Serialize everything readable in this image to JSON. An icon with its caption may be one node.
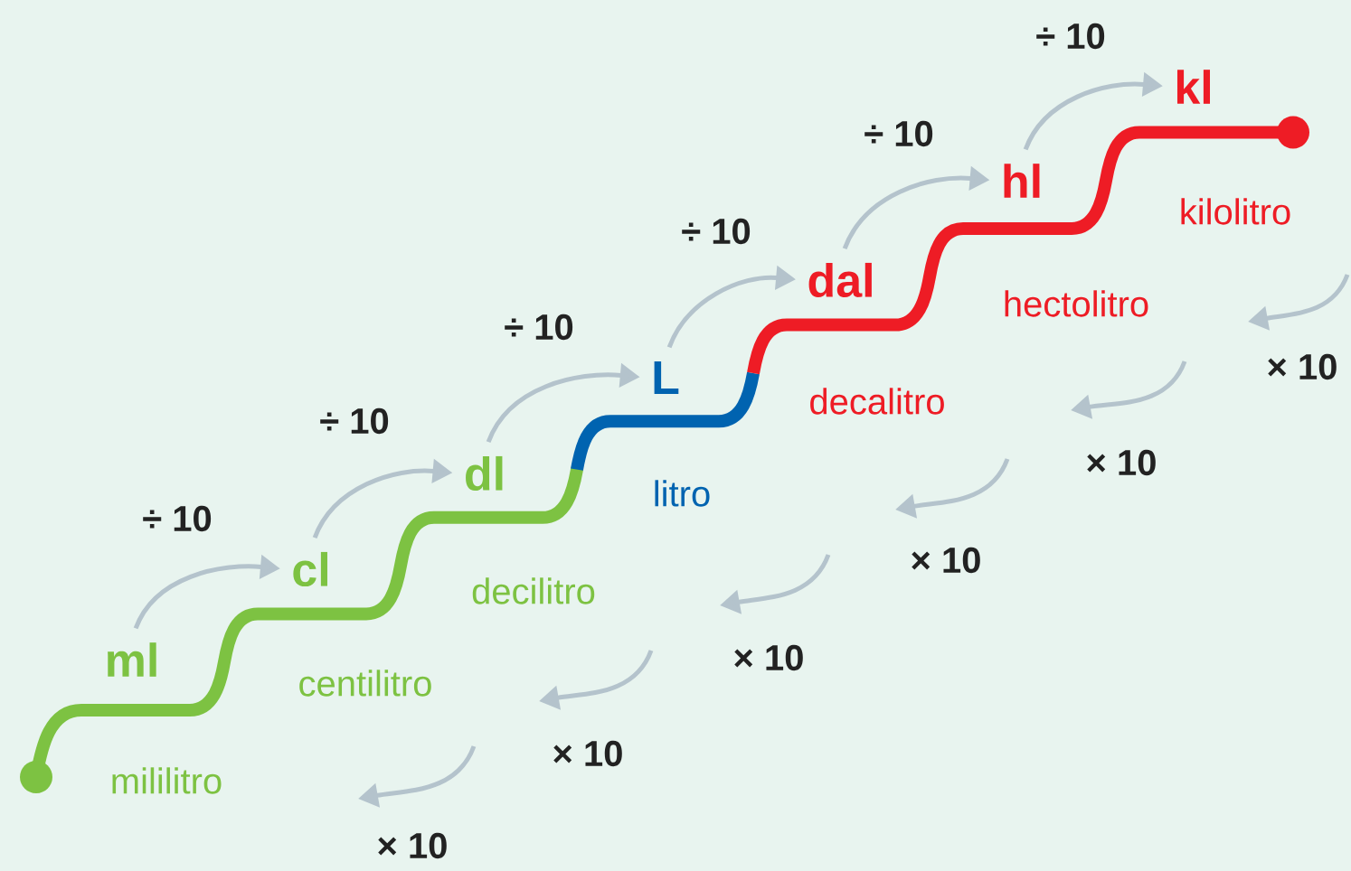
{
  "diagram": {
    "nodes": [
      {
        "text": [
          "ml"
        ],
        "beside": [
          "mililitro"
        ]
      },
      {
        "text": [
          "cl"
        ],
        "beside": [
          "centilitro"
        ]
      },
      {
        "text": [
          "dl"
        ],
        "beside": [
          "decilitro"
        ]
      },
      {
        "text": [
          "L"
        ],
        "beside": [
          "litro"
        ]
      },
      {
        "text": [
          "dal"
        ],
        "beside": [
          "decalitro"
        ]
      },
      {
        "text": [
          "hl"
        ],
        "beside": [
          "hectolitro"
        ]
      },
      {
        "text": [
          "kl"
        ],
        "beside": [
          "kilolitro"
        ]
      }
    ],
    "edges": [
      {
        "from": 0,
        "to": 1,
        "arrow": "to",
        "label": "÷ 10"
      },
      {
        "from": 1,
        "to": 2,
        "arrow": "to",
        "label": "÷ 10"
      },
      {
        "from": 2,
        "to": 3,
        "arrow": "to",
        "label": "÷ 10"
      },
      {
        "from": 3,
        "to": 4,
        "arrow": "to",
        "label": "÷ 10"
      },
      {
        "from": 4,
        "to": 5,
        "arrow": "to",
        "label": "÷ 10"
      },
      {
        "from": 5,
        "to": 6,
        "arrow": "to",
        "label": "÷ 10"
      }
    ],
    "labels": [
      "× 10",
      "× 10",
      "× 10",
      "× 10",
      "× 10",
      "× 10"
    ]
  }
}
